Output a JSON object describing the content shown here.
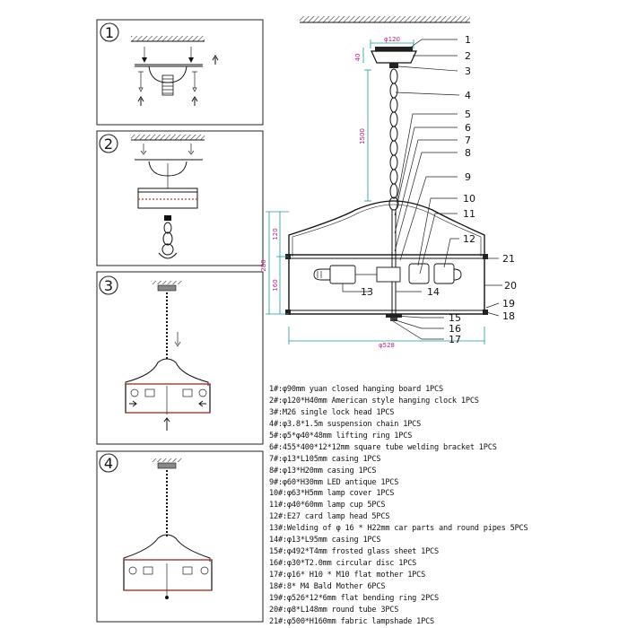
{
  "steps": [
    {
      "number": "1"
    },
    {
      "number": "2"
    },
    {
      "number": "3"
    },
    {
      "number": "4"
    }
  ],
  "dimensions": {
    "canopy_diameter": "φ120",
    "canopy_height": "40",
    "chain_length": "1500",
    "total_height": "280",
    "upper_height": "120",
    "lower_height": "160",
    "overall_diameter": "φ528"
  },
  "callouts": [
    "1",
    "2",
    "3",
    "4",
    "5",
    "6",
    "7",
    "8",
    "9",
    "10",
    "11",
    "12",
    "13",
    "14",
    "15",
    "16",
    "17",
    "18",
    "19",
    "20",
    "21"
  ],
  "parts_list": [
    "1#:φ90mm yuan closed hanging board 1PCS",
    "2#:φ120*H40mm American style hanging clock 1PCS",
    "3#:M26 single lock head 1PCS",
    "4#:φ3.8*1.5m suspension chain 1PCS",
    "5#:φ5*φ40*48mm lifting ring 1PCS",
    "6#:455*400*12*12mm square tube welding bracket 1PCS",
    "7#:φ13*L105mm casing 1PCS",
    "8#:φ13*H20mm casing 1PCS",
    "9#:φ60*H30mm LED antique 1PCS",
    "10#:φ63*H5mm lamp cover 1PCS",
    "11#:φ40*60mm lamp cup 5PCS",
    "12#:E27 card lamp head 5PCS",
    "13#:Welding of φ 16 * H22mm car parts and round pipes 5PCS",
    "14#:φ13*L95mm casing 1PCS",
    "15#:φ492*T4mm frosted glass sheet 1PCS",
    "16#:φ30*T2.0mm circular disc 1PCS",
    "17#:φ16* H10 * M10 flat mother 1PCS",
    "18#:8* M4 Bald Mother 6PCS",
    "19#:φ526*12*6mm flat bending ring 2PCS",
    "20#:φ8*L148mm round tube 3PCS",
    "21#:φ500*H160mm fabric lampshade 1PCS"
  ]
}
